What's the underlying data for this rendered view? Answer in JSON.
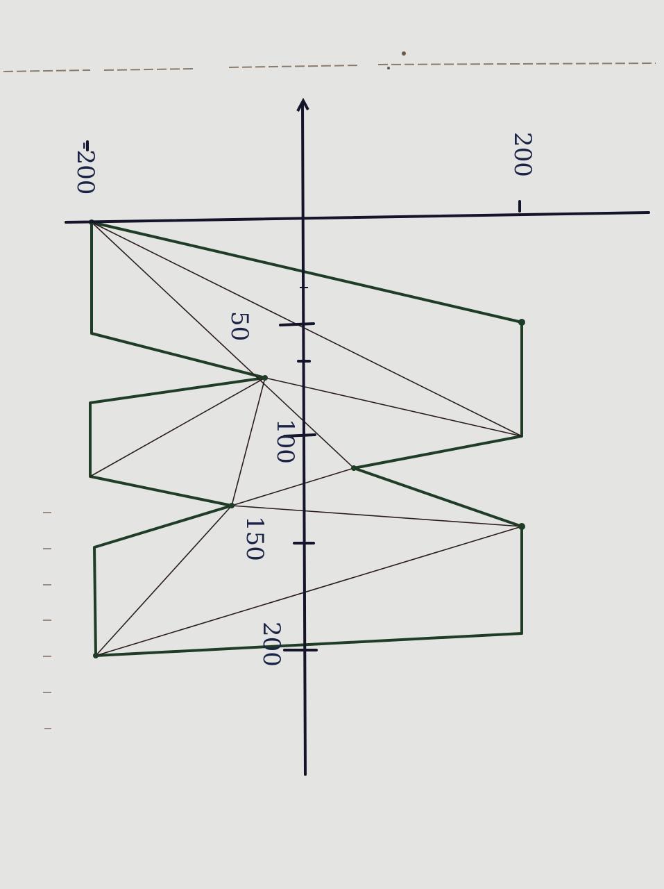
{
  "figure": {
    "labels": {
      "top_left": "-200",
      "top_right": "200",
      "tick_50": "50",
      "tick_100": "100",
      "tick_150": "150",
      "tick_200": "200"
    },
    "colors": {
      "paper": "#e4e5e3",
      "axis": "#14142a",
      "polygon": "#1f3d26",
      "diagonal": "#2a1c1c",
      "ink": "#1a2345",
      "rule": "#8a7a6a"
    }
  }
}
